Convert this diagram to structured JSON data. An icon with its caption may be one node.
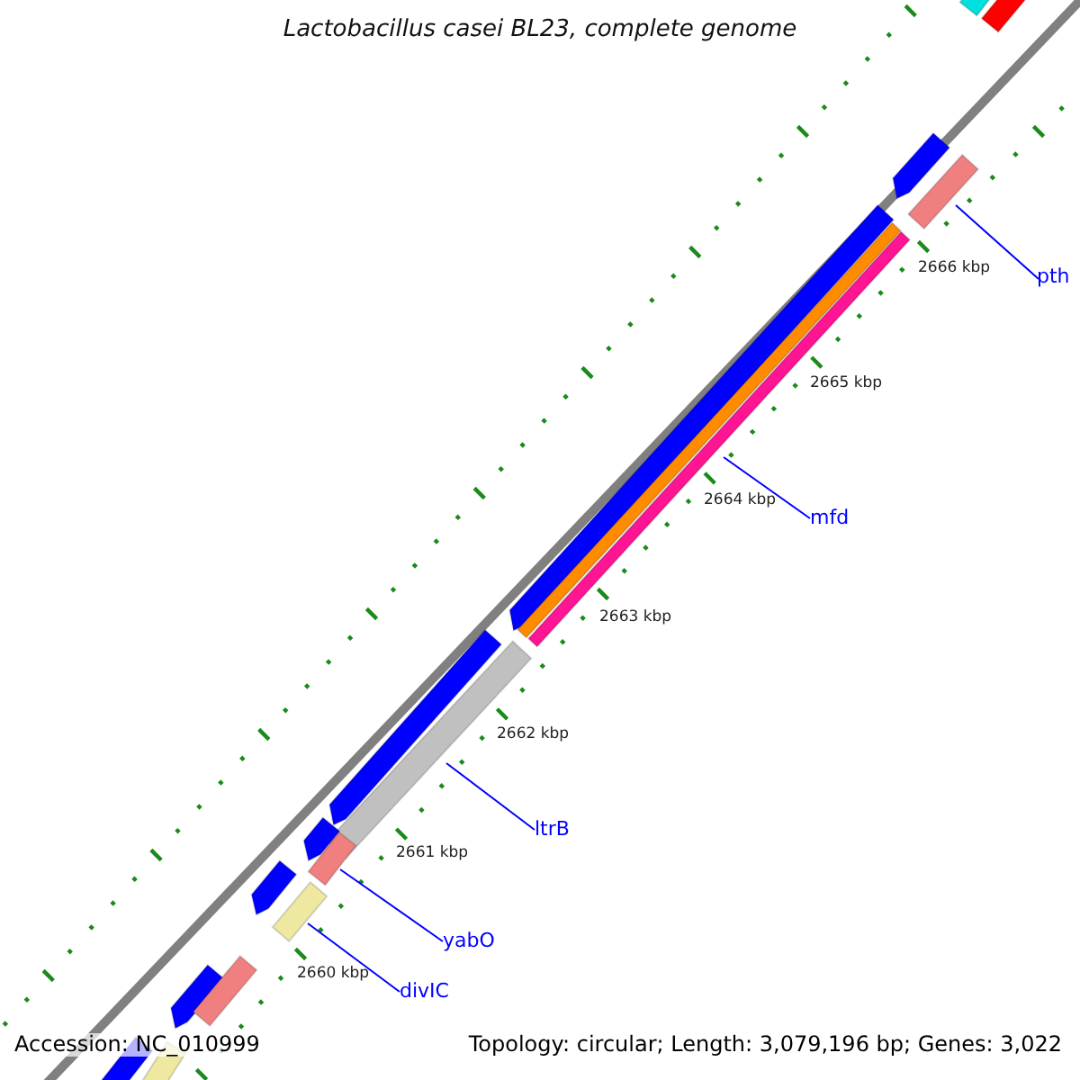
{
  "diagram": {
    "title": "Lactobacillus casei BL23, complete genome",
    "nodes": [
      {
        "text": [
          "pth"
        ]
      },
      {
        "text": [],
        "shape": "bar"
      },
      {
        "text": [
          "mfd"
        ]
      },
      {
        "text": [],
        "shape": "bar"
      },
      {
        "text": [
          "ltrB"
        ]
      },
      {
        "text": [],
        "shape": "bar"
      },
      {
        "text": [
          "yabO"
        ]
      },
      {
        "text": [],
        "shape": "bar"
      },
      {
        "text": [
          "divIC"
        ]
      },
      {
        "text": [],
        "shape": "bar"
      },
      {
        "text": [],
        "shape": "bar"
      },
      {
        "text": [],
        "shape": "bar"
      },
      {
        "text": [],
        "shape": "arrow"
      },
      {
        "text": [],
        "shape": "arrow"
      },
      {
        "text": [],
        "shape": "bar"
      },
      {
        "text": [],
        "shape": "arrow"
      },
      {
        "text": [],
        "shape": "arrow"
      },
      {
        "text": [],
        "shape": "arrow"
      },
      {
        "text": [],
        "shape": "arrow"
      },
      {
        "text": [],
        "shape": "bar"
      },
      {
        "text": [],
        "shape": "arrow"
      },
      {
        "text": [],
        "shape": "bar"
      }
    ],
    "edges": [
      {
        "from": 0,
        "to": 1,
        "arrow": "none"
      },
      {
        "from": 2,
        "to": 3,
        "arrow": "none"
      },
      {
        "from": 4,
        "to": 5,
        "arrow": "none"
      },
      {
        "from": 6,
        "to": 7,
        "arrow": "none"
      },
      {
        "from": 8,
        "to": 9,
        "arrow": "none"
      }
    ],
    "labels": [
      "2666 kbp",
      "2665 kbp",
      "2664 kbp",
      "2663 kbp",
      "2662 kbp",
      "2661 kbp",
      "2660 kbp",
      "Accession: NC_010999",
      "Topology: circular; Length: 3,079,196 bp; Genes: 3,022"
    ]
  }
}
